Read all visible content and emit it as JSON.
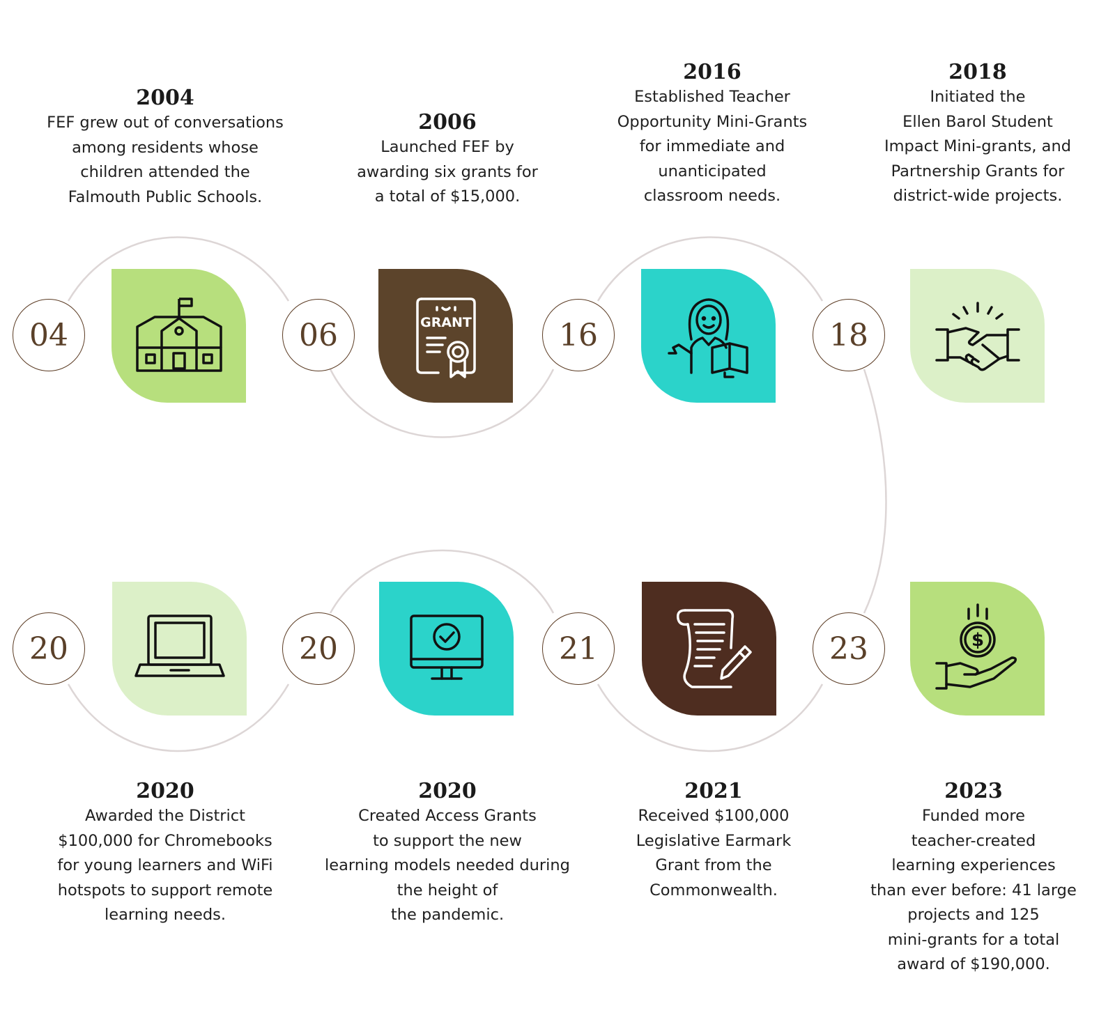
{
  "milestones": [
    {
      "short": "04",
      "year": "2004",
      "text": [
        "FEF grew out of conversations",
        "among residents whose",
        "children attended the",
        "Falmouth Public Schools."
      ],
      "icon": "school-house-icon",
      "tile_color": "#b7df7d"
    },
    {
      "short": "06",
      "year": "2006",
      "text": [
        "Launched FEF by",
        "awarding six grants for",
        "a total of $15,000."
      ],
      "icon": "grant-certificate-icon",
      "tile_color": "#5c442b",
      "icon_label": "GRANT"
    },
    {
      "short": "16",
      "year": "2016",
      "text": [
        "Established Teacher",
        "Opportunity Mini-Grants",
        "for immediate and",
        "unanticipated",
        "classroom needs."
      ],
      "icon": "teacher-with-book-icon",
      "tile_color": "#2bd3ca"
    },
    {
      "short": "18",
      "year": "2018",
      "text": [
        "Initiated the",
        "Ellen Barol Student",
        "Impact Mini-grants, and",
        "Partnership Grants for",
        "district-wide projects."
      ],
      "icon": "handshake-icon",
      "tile_color": "#dcf0c8"
    },
    {
      "short": "20",
      "year": "2020",
      "text": [
        "Awarded the District",
        "$100,000 for Chromebooks",
        "for young learners and WiFi",
        "hotspots to support remote",
        "learning needs."
      ],
      "icon": "laptop-icon",
      "tile_color": "#dcf0c8"
    },
    {
      "short": "20",
      "year": "2020",
      "text": [
        "Created Access Grants",
        "to support the new",
        "learning models needed during",
        "the height of",
        "the pandemic."
      ],
      "icon": "monitor-checkmark-icon",
      "tile_color": "#2bd3ca"
    },
    {
      "short": "21",
      "year": "2021",
      "text": [
        "Received $100,000",
        "Legislative Earmark",
        "Grant from the",
        "Commonwealth."
      ],
      "icon": "scroll-document-icon",
      "tile_color": "#4e2d20"
    },
    {
      "short": "23",
      "year": "2023",
      "text": [
        "Funded more",
        "teacher-created",
        "learning experiences",
        "than ever before: 41 large",
        "projects and 125",
        "mini-grants for a total",
        "award of $190,000."
      ],
      "icon": "hand-with-dollar-coin-icon",
      "tile_color": "#b7df7d"
    }
  ],
  "colors": {
    "connector": "#ddd6d6",
    "circle_border": "#5a3a22",
    "circle_text": "#5a4029"
  }
}
